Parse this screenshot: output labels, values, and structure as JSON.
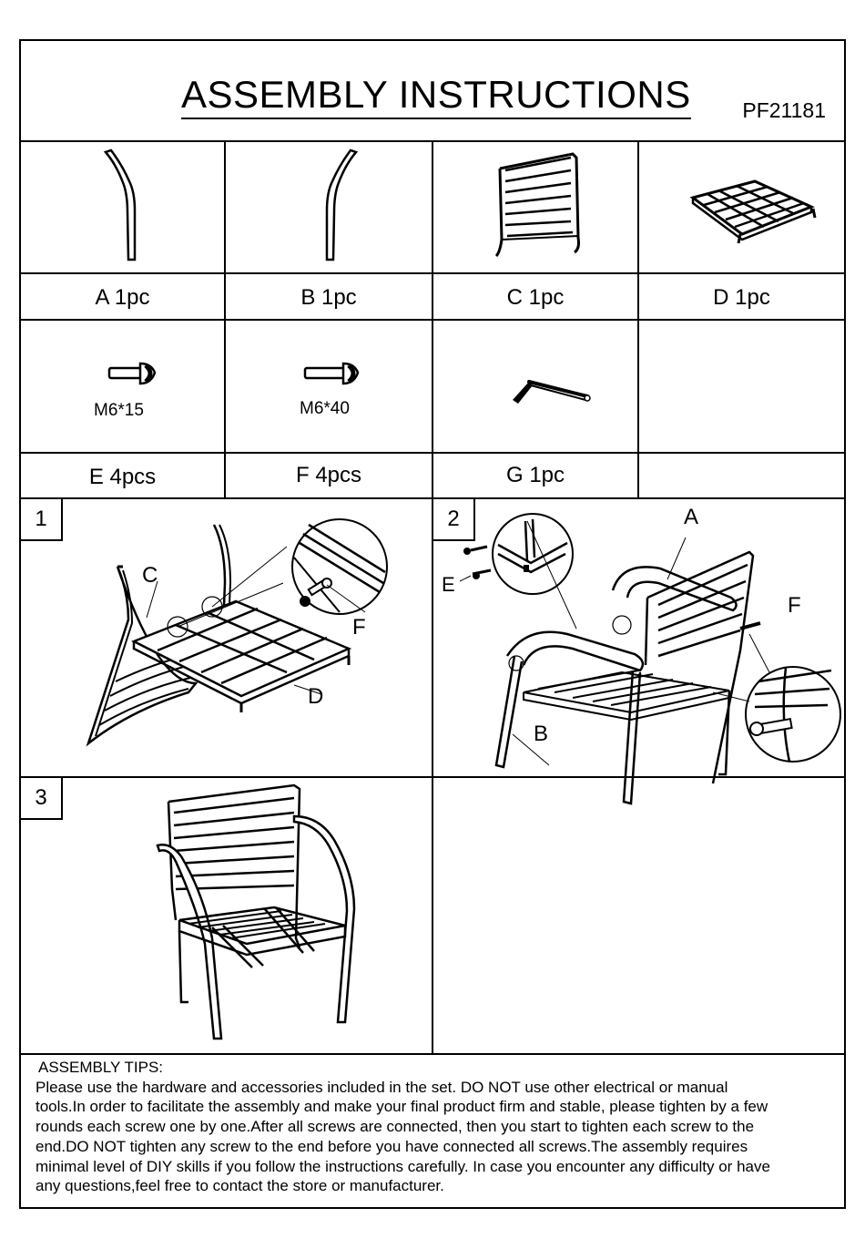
{
  "header": {
    "title": "ASSEMBLY INSTRUCTIONS",
    "model": "PF21181"
  },
  "parts": [
    {
      "label": "A 1pc",
      "icon": "left-armrest-leg"
    },
    {
      "label": "B 1pc",
      "icon": "right-armrest-leg"
    },
    {
      "label": "C 1pc",
      "icon": "chair-back"
    },
    {
      "label": "D 1pc",
      "icon": "seat-frame"
    }
  ],
  "hardware": [
    {
      "label": "E 4pcs",
      "size": "M6*15",
      "icon": "bolt-short"
    },
    {
      "label": "F 4pcs",
      "size": "M6*40",
      "icon": "bolt-long"
    },
    {
      "label": "G 1pc",
      "size": "",
      "icon": "allen-key"
    },
    {
      "label": "",
      "size": "",
      "icon": ""
    }
  ],
  "steps": [
    {
      "number": "1",
      "callouts": {
        "c": "C",
        "f": "F",
        "d": "D"
      }
    },
    {
      "number": "2",
      "callouts": {
        "a": "A",
        "f": "F",
        "e": "E",
        "b": "B"
      }
    },
    {
      "number": "3",
      "callouts": {}
    }
  ],
  "tips": {
    "title": "ASSEMBLY TIPS:",
    "lines": [
      "Please use the hardware and accessories included in the set. DO NOT use other electrical or manual",
      "tools.In order to facilitate the assembly and make your final product firm and stable, please tighten by a few",
      "rounds each screw one by one.After all screws are connected, then you start to tighten each screw to the",
      "end.DO NOT tighten any screw to the end before you have connected all screws.The assembly requires",
      "minimal level of DIY skills if you follow the instructions carefully. In case you encounter any difficulty or have",
      "any questions,feel free to contact the store or manufacturer."
    ]
  }
}
